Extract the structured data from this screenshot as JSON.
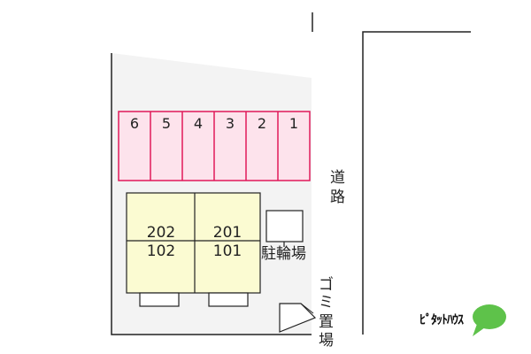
{
  "colors": {
    "lot": "#f3f3f3",
    "parking_fill": "#fde3ec",
    "parking_stroke": "#e0195a",
    "building_fill": "#fbfbd2",
    "line": "#222222",
    "logo_green": "#5ec24a"
  },
  "parking": {
    "spaces": [
      "6",
      "5",
      "4",
      "3",
      "2",
      "1"
    ]
  },
  "building": {
    "upper_units": [
      "202",
      "201"
    ],
    "lower_units": [
      "102",
      "101"
    ]
  },
  "labels": {
    "road": [
      "道",
      "路"
    ],
    "bicycle_parking": "駐輪場",
    "garbage": [
      "ゴ",
      "ミ",
      "置",
      "場"
    ]
  },
  "brand": {
    "name": "ﾋﾟﾀｯﾄﾊｳｽ",
    "logo_icon": "green-speech-bubble-icon"
  }
}
